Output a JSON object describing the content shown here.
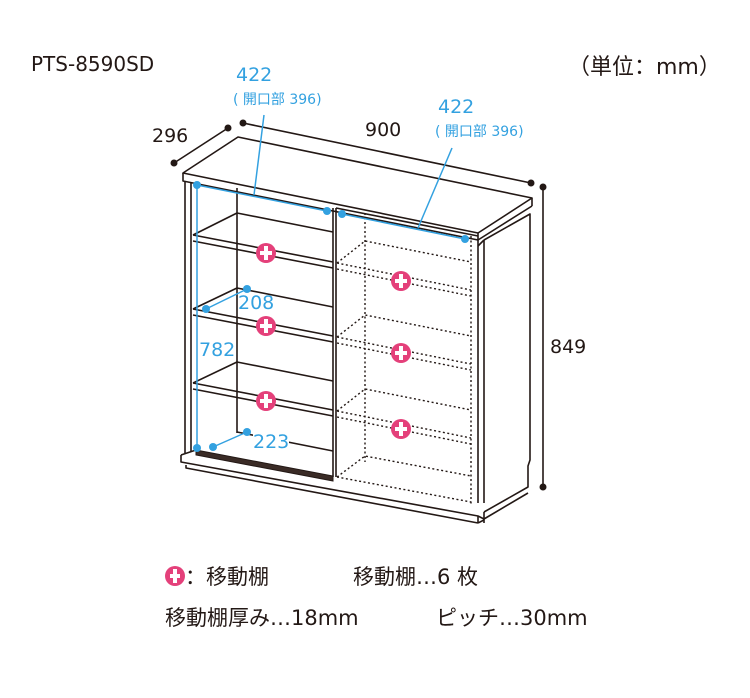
{
  "header": {
    "model": "PTS-8590SD",
    "unit": "（単位：mm）"
  },
  "dimensions": {
    "depth": "296",
    "width": "900",
    "height": "849",
    "left_opening_width": "422",
    "left_opening_note": "( 開口部 396)",
    "right_opening_width": "422",
    "right_opening_note": "( 開口部 396)",
    "inner_height": "782",
    "shelf_depth": "208",
    "bottom_depth": "223"
  },
  "legend": {
    "icon": "movable-shelf-icon",
    "icon_color": "#e4407a",
    "icon_label": "：移動棚",
    "shelf_count": "移動棚…6 枚",
    "shelf_thickness": "移動棚厚み…18mm",
    "pitch": "ピッチ…30mm"
  },
  "colors": {
    "line": "#231815",
    "dimension_blue": "#33a1e0",
    "shelf_marker": "#e4407a"
  }
}
